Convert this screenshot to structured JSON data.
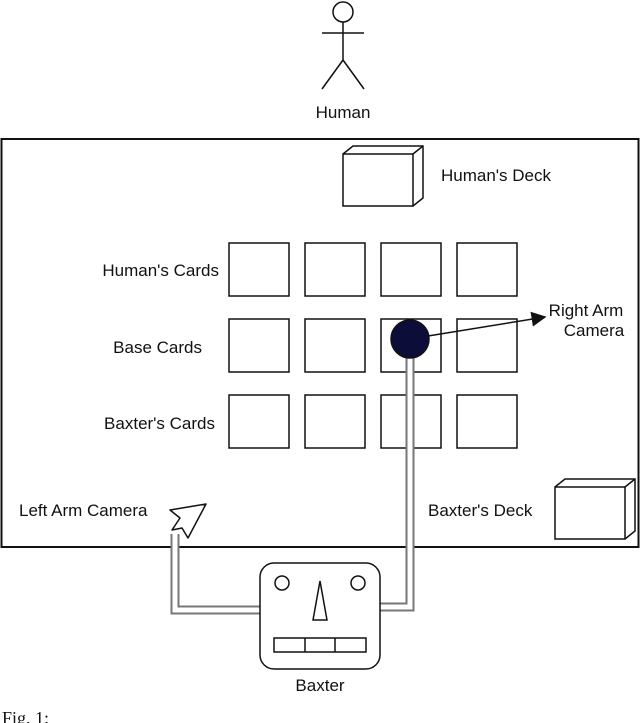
{
  "labels": {
    "human": "Human",
    "humans_deck": "Human's Deck",
    "humans_cards": "Human's Cards",
    "base_cards": "Base Cards",
    "baxters_cards": "Baxter's Cards",
    "right_arm_camera_line1": "Right Arm",
    "right_arm_camera_line2": "Camera",
    "left_arm_camera": "Left Arm Camera",
    "baxters_deck": "Baxter's Deck",
    "baxter": "Baxter"
  },
  "caption": "Fig. 1:",
  "colors": {
    "stroke": "#111111",
    "arm": "#777777",
    "camera": "#0d0d3a"
  }
}
